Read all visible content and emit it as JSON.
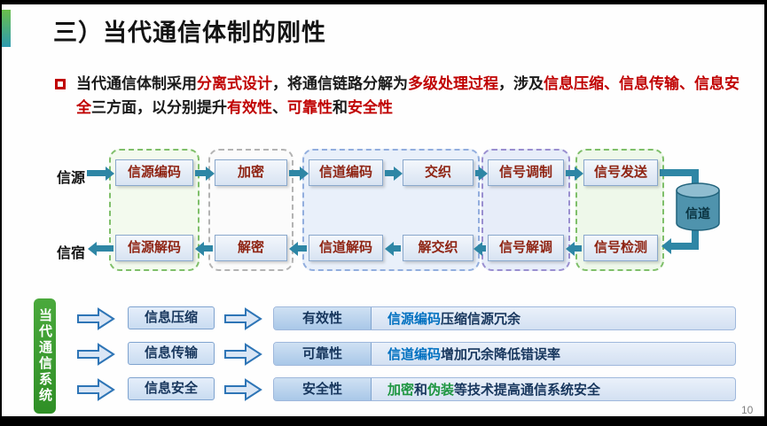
{
  "slide": {
    "title": "三）当代通信体制的刚性",
    "page_number": "10"
  },
  "intro": {
    "seg1": "当代通信体制采用",
    "seg2": "分离式设计",
    "seg3": "，将通信链路分解为",
    "seg4": "多级处理过程",
    "seg5": "，涉及",
    "seg6": "信息压缩、信息传输、信息安全",
    "seg7": "三方面，以分别提升",
    "seg8": "有效性",
    "seg9": "、",
    "seg10": "可靠性",
    "seg11": "和",
    "seg12": "安全性"
  },
  "flow": {
    "source_label": "信源",
    "sink_label": "信宿",
    "channel_label": "信道",
    "top_boxes": [
      "信源编码",
      "加密",
      "信道编码",
      "交织",
      "信号调制",
      "信号发送"
    ],
    "bottom_boxes": [
      "信源解码",
      "解密",
      "信道解码",
      "解交织",
      "信号解调",
      "信号检测"
    ]
  },
  "summary": {
    "banner": "当代通信系统",
    "rows": [
      {
        "item": "信息压缩",
        "category": "有效性",
        "d1": "信源编码",
        "d2": "压缩信源冗余"
      },
      {
        "item": "信息传输",
        "category": "可靠性",
        "d1": "信道编码",
        "d2": "增加冗余降低错误率"
      },
      {
        "item": "信息安全",
        "category": "安全性",
        "d1": "加密",
        "d2": "和",
        "d3": "伪装",
        "d4": "等技术提高通信系统安全"
      }
    ]
  },
  "colors": {
    "accent_red": "#c00000",
    "term_blue": "#0070c0",
    "term_green": "#1e9641",
    "banner_green": "#3f9d2f",
    "arrow_teal": "#2e86a5"
  }
}
